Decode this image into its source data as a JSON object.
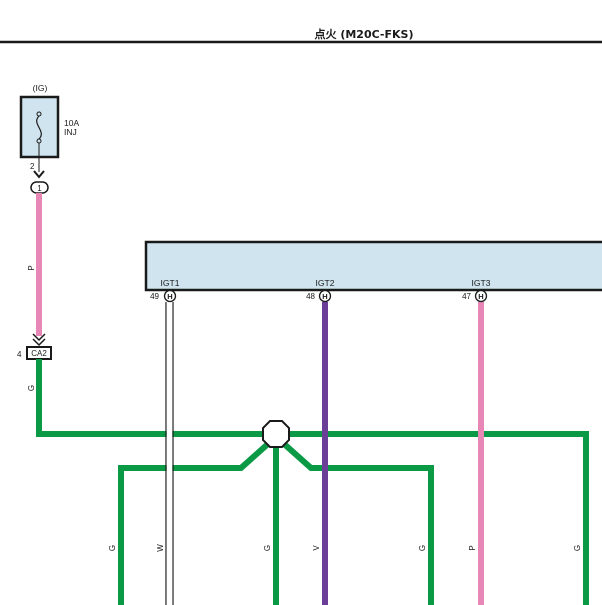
{
  "header": {
    "title": "点火 (M20C-FKS)"
  },
  "fuse": {
    "circuit": "(IG)",
    "rating": "10A",
    "name": "INJ",
    "pin": "2"
  },
  "connectors": {
    "junction_pin": "1",
    "ca2_pin": "4",
    "ca2_name": "CA2"
  },
  "ecu": {
    "pins": [
      {
        "name": "IGT1",
        "number": "49",
        "letter": "H"
      },
      {
        "name": "IGT2",
        "number": "48",
        "letter": "H"
      },
      {
        "name": "IGT3",
        "number": "47",
        "letter": "H"
      }
    ]
  },
  "wire_labels": {
    "fuse_wire": "P",
    "after_ca2": "G",
    "bottom": [
      "G",
      "W",
      "G",
      "V",
      "G",
      "P",
      "G"
    ]
  },
  "colors": {
    "green": "#0a9a46",
    "pink": "#e886b6",
    "purple": "#6b3f97",
    "white_wire": "#ffffff",
    "ecu_fill": "#cfe4ee",
    "fuse_fill": "#cfe4ee",
    "outline": "#1a1a1a"
  }
}
